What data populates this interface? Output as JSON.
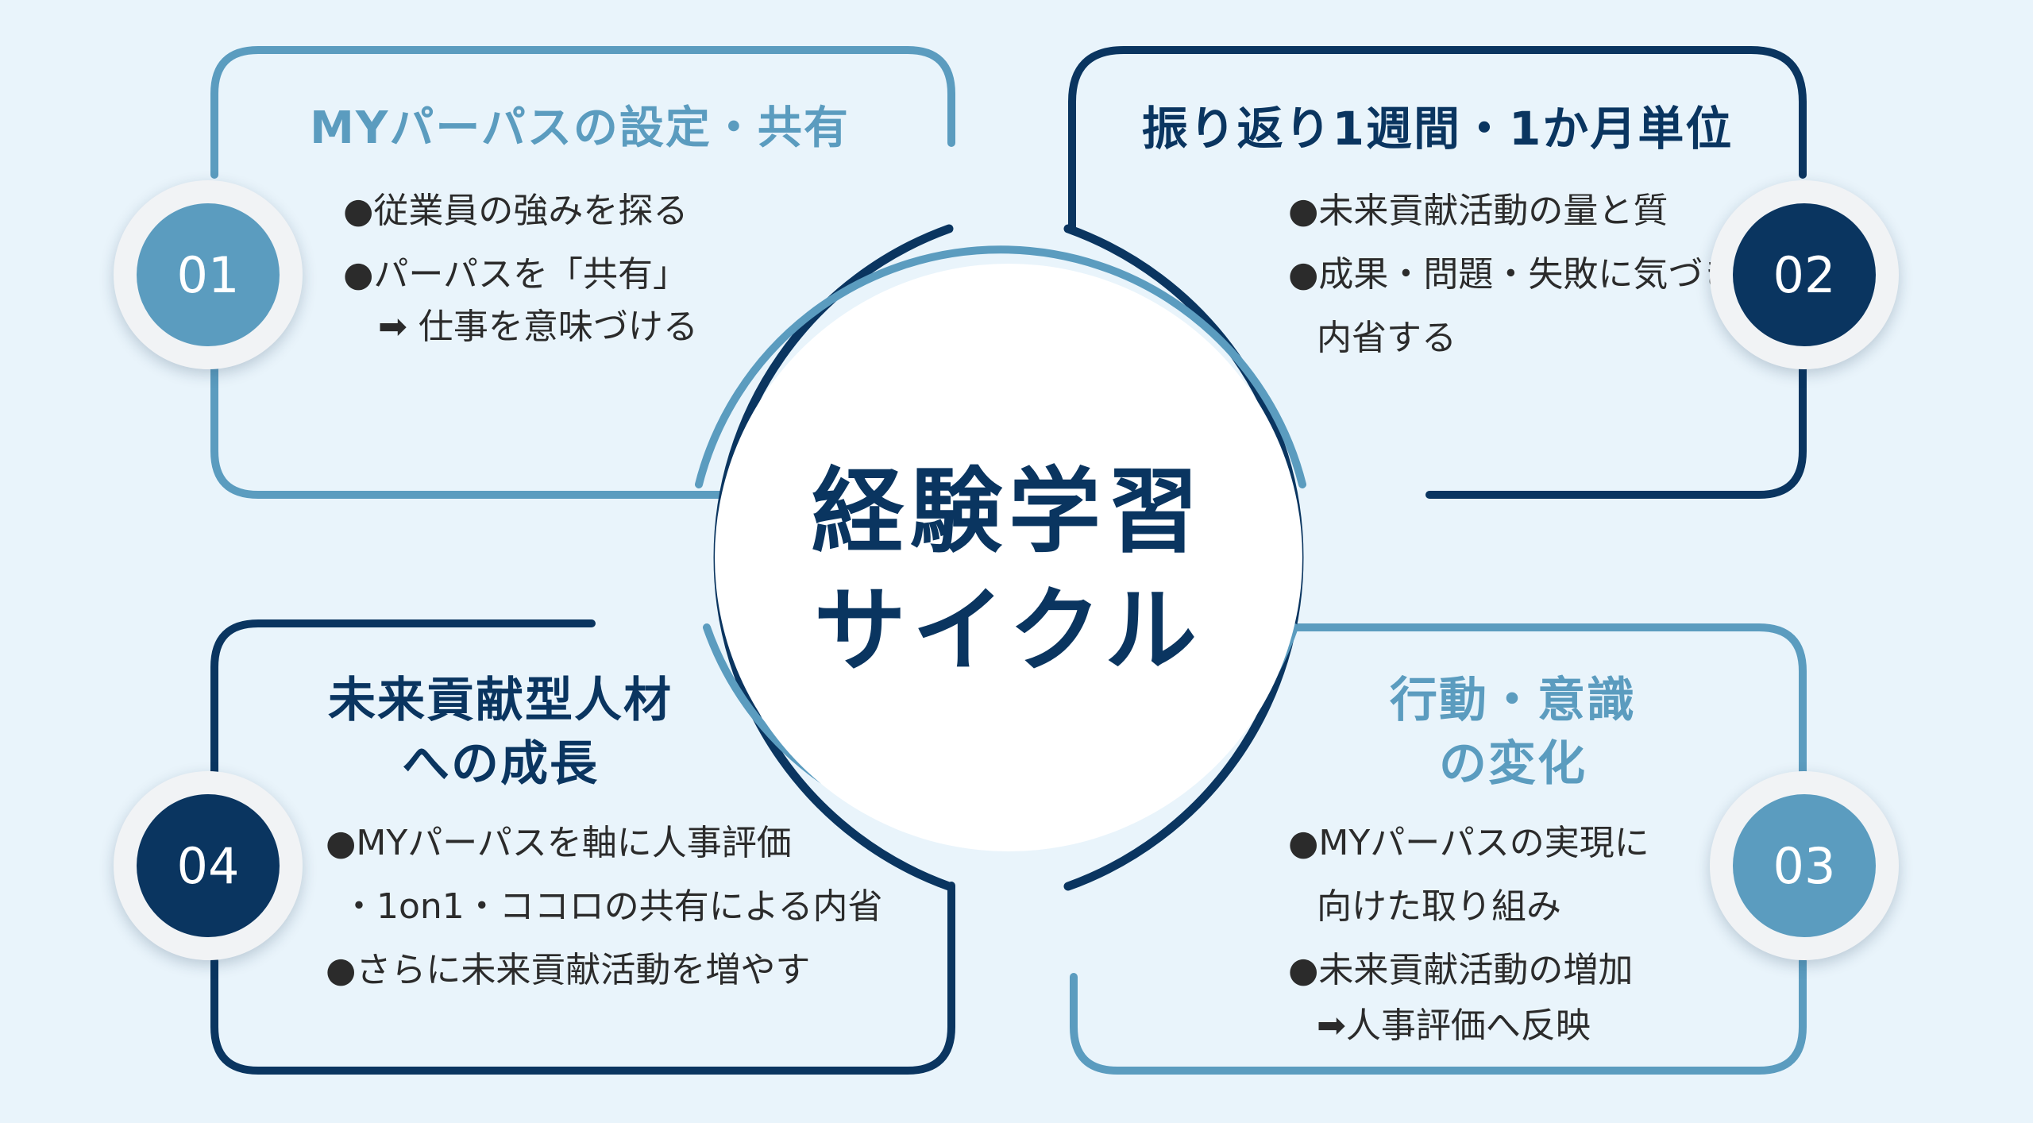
{
  "colors": {
    "light_blue": "#5b9cbf",
    "navy": "#0a3560",
    "background": "#e9f4fb"
  },
  "center": {
    "title": "経験学習\nサイクル"
  },
  "steps": [
    {
      "number": "01",
      "title": "MYパーパスの設定・共有",
      "lines": [
        "●従業員の強みを探る",
        "●パーパスを「共有」",
        "　➡ 仕事を意味づける"
      ]
    },
    {
      "number": "02",
      "title": "振り返り1週間・1か月単位",
      "lines": [
        "●未来貢献活動の量と質",
        "●成果・問題・失敗に気づき",
        "内省する"
      ]
    },
    {
      "number": "03",
      "title": "行動・意識\nの変化",
      "lines": [
        "●MYパーパスの実現に",
        "向けた取り組み",
        "●未来貢献活動の増加",
        "➡人事評価へ反映"
      ]
    },
    {
      "number": "04",
      "title": "未来貢献型人材\nへの成長",
      "lines": [
        "●MYパーパスを軸に人事評価",
        "・1on1・ココロの共有による内省",
        "●さらに未来貢献活動を増やす"
      ]
    }
  ]
}
